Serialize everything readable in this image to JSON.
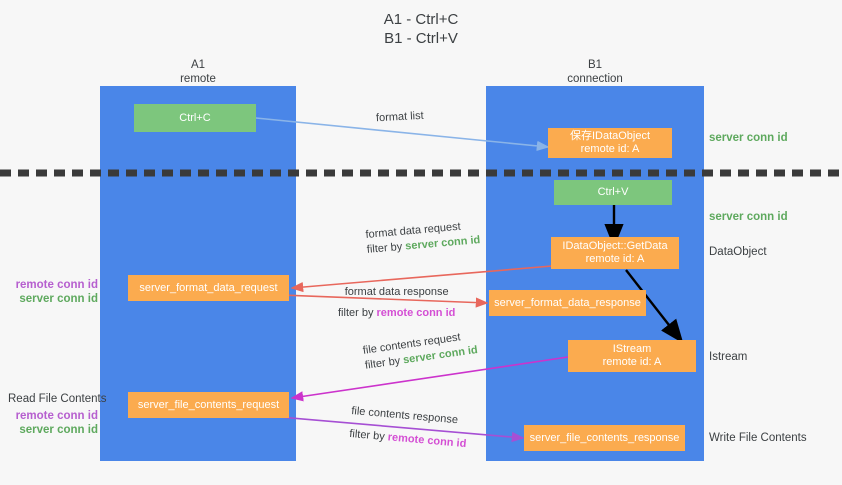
{
  "title": {
    "line1": "A1 - Ctrl+C",
    "line2": "B1 - Ctrl+V"
  },
  "lanes": [
    {
      "id": "a1",
      "name": "A1",
      "subtitle": "remote",
      "color": "#4a86e8"
    },
    {
      "id": "b1",
      "name": "B1",
      "subtitle": "connection",
      "color": "#4a86e8"
    }
  ],
  "boxes": {
    "ctrl_c": {
      "label": "Ctrl+C",
      "color": "#7dc67d"
    },
    "ctrl_v": {
      "label": "Ctrl+V",
      "color": "#7dc67d"
    },
    "save_idataobject": {
      "line1": "保存IDataObject",
      "line2": "remote id: A",
      "color": "#fbab4f"
    },
    "getdata": {
      "line1": "IDataObject::GetData",
      "line2": "remote id: A",
      "color": "#fbab4f"
    },
    "istream": {
      "line1": "IStream",
      "line2": "remote id: A",
      "color": "#fbab4f"
    },
    "server_format_data_request": {
      "label": "server_format_data_request",
      "color": "#fbab4f"
    },
    "server_format_data_response": {
      "label": "server_format_data_response",
      "color": "#fbab4f"
    },
    "server_file_contents_request": {
      "label": "server_file_contents_request",
      "color": "#fbab4f"
    },
    "server_file_contents_response": {
      "label": "server_file_contents_response",
      "color": "#fbab4f"
    }
  },
  "right_annotations": {
    "server_conn_id_top": "server conn id",
    "server_conn_id_mid": "server conn id",
    "dataobject": "DataObject",
    "istream": "Istream",
    "write_file_contents": "Write File Contents"
  },
  "left_annotations": {
    "conn_pair_top": {
      "remote": "remote conn id",
      "server": "server conn id"
    },
    "read_file_contents": "Read File Contents",
    "conn_pair_bottom": {
      "remote": "remote conn id",
      "server": "server conn id"
    }
  },
  "edge_labels": {
    "format_list": "format list",
    "format_data_request": {
      "line1": "format data request",
      "filter_prefix": "filter by ",
      "filter_value": "server conn id"
    },
    "format_data_response": {
      "line1": "format data response",
      "filter_prefix": "filter by ",
      "filter_value": "remote conn id"
    },
    "file_contents_request": {
      "line1": "file contents request",
      "filter_prefix": "filter by ",
      "filter_value": "server conn id"
    },
    "file_contents_response": {
      "line1": "file contents response",
      "filter_prefix": "filter by ",
      "filter_value": "remote conn id"
    }
  },
  "colors": {
    "lane": "#4a86e8",
    "green_box": "#7dc67d",
    "orange_box": "#fbab4f",
    "green_text": "#5ea95e",
    "purple_text": "#b65fcf",
    "magenta_text": "#d44fd4",
    "arrow_blue": "#8ab4e8",
    "arrow_red": "#e8675c",
    "arrow_magenta": "#cc33cc",
    "arrow_purple": "#a64fd4",
    "arrow_black": "#000000",
    "divider": "#3a3a3a",
    "background": "#f7f7f7"
  }
}
